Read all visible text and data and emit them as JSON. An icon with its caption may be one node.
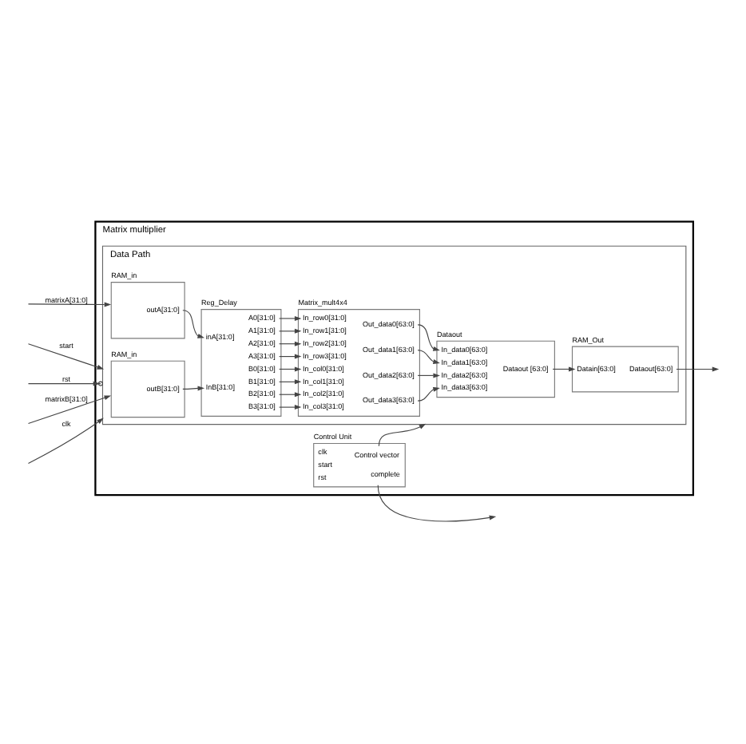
{
  "diagram": {
    "nodes": [
      {
        "text": [
          "Matrix multiplier"
        ]
      },
      {
        "text": [
          "Data Path"
        ],
        "in": 0
      },
      {
        "text": [
          "RAM_in",
          "outA[31:0]"
        ],
        "in": 1
      },
      {
        "text": [
          "RAM_in",
          "outB[31:0]"
        ],
        "in": 1
      },
      {
        "text": [
          "Reg_Delay",
          "inA[31:0]",
          "InB[31:0]",
          "A0[31:0]",
          "A1[31:0]",
          "A2[31:0]",
          "A3[31:0]",
          "B0[31:0]",
          "B1[31:0]",
          "B2[31:0]",
          "B3[31:0]"
        ],
        "in": 1
      },
      {
        "text": [
          "Matrix_mult4x4",
          "In_row0[31:0]",
          "In_row1[31:0]",
          "In_row2[31:0]",
          "In_row3[31:0]",
          "In_col0[31:0]",
          "In_col1[31:0]",
          "In_col2[31:0]",
          "In_col3[31:0]",
          "Out_data0[63:0]",
          "Out_data1[63:0]",
          "Out_data2[63:0]",
          "Out_data3[63:0]"
        ],
        "in": 1
      },
      {
        "text": [
          "RAM_Out",
          "Datain[63:0]",
          "Dataout[63:0]"
        ],
        "in": 1
      },
      {
        "text": [
          "Dataout",
          "Dataout [63:0]",
          "In_data0[63:0]",
          "In_data1[63:0]",
          "In_data2[63:0]",
          "In_data3[63:0]"
        ],
        "in": 1
      },
      {
        "text": [
          "Control Unit",
          "clk",
          "start",
          "rst",
          "Control vector",
          "complete"
        ],
        "in": 0
      }
    ],
    "edges": [
      {
        "from": null,
        "to": 2,
        "arrow": "to",
        "label": "matrixA[31:0]"
      },
      {
        "from": null,
        "to": 3,
        "arrow": "to",
        "label": "matrixB[31:0]"
      },
      {
        "from": 2,
        "to": 4,
        "arrow": "to"
      },
      {
        "from": 3,
        "to": 4,
        "arrow": "to"
      },
      {
        "from": 4,
        "to": 5,
        "arrow": "to"
      },
      {
        "from": 4,
        "to": 5,
        "arrow": "to"
      },
      {
        "from": 4,
        "to": 5,
        "arrow": "to"
      },
      {
        "from": 4,
        "to": 5,
        "arrow": "to"
      },
      {
        "from": 4,
        "to": 5,
        "arrow": "to"
      },
      {
        "from": 4,
        "to": 5,
        "arrow": "to"
      },
      {
        "from": 4,
        "to": 5,
        "arrow": "to"
      },
      {
        "from": 4,
        "to": 5,
        "arrow": "to"
      },
      {
        "from": 5,
        "to": 7,
        "arrow": "to"
      },
      {
        "from": 5,
        "to": 7,
        "arrow": "to"
      },
      {
        "from": 5,
        "to": 7,
        "arrow": "to"
      },
      {
        "from": 5,
        "to": 7,
        "arrow": "to"
      },
      {
        "from": 7,
        "to": 6,
        "arrow": "to"
      },
      {
        "from": 6,
        "to": null,
        "arrow": "to"
      },
      {
        "from": null,
        "to": 1,
        "arrow": "to",
        "label": "clk"
      },
      {
        "from": null,
        "to": 1,
        "arrow": "to",
        "label": "start"
      },
      {
        "from": null,
        "to": 1,
        "arrow": "to",
        "label": "rst"
      },
      {
        "from": 8,
        "to": 1,
        "arrow": "to"
      },
      {
        "from": 8,
        "to": null,
        "arrow": "to"
      }
    ]
  }
}
